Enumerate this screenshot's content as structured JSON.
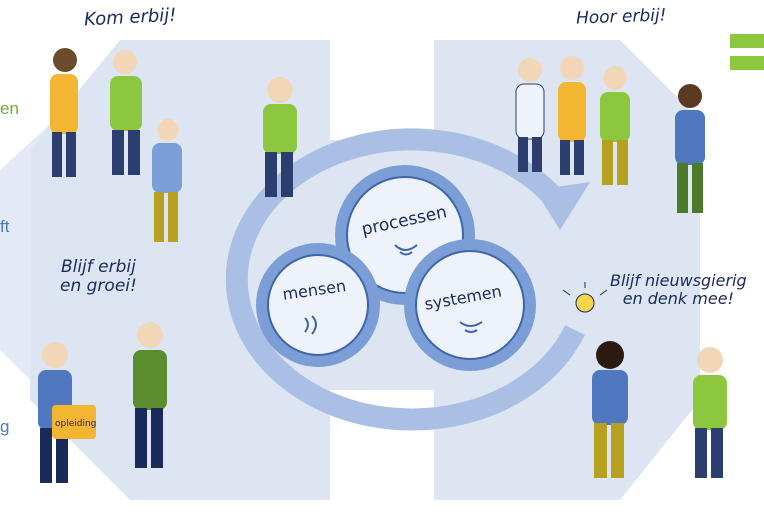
{
  "captions": {
    "top_left": "Kom erbij!",
    "top_right": "Hoor erbij!",
    "bottom_left_line1": "Blijf erbij",
    "bottom_left_line2": "en groei!",
    "bottom_right_line1": "Blijf nieuwsgierig",
    "bottom_right_line2": "en denk mee!"
  },
  "gears": {
    "top": "processen",
    "left": "mensen",
    "right": "systemen"
  },
  "bag_label": "opleiding",
  "edge_fragments": {
    "a": "en",
    "b": "ft",
    "c": "g"
  },
  "colors": {
    "arrow_fill": "#dde5f3",
    "ring": "#a9bfe4",
    "gear": "#7b9ed6",
    "gear_dark": "#3e66ad",
    "ink": "#1a2a5a",
    "accent_green": "#8dc63f",
    "edge_green": "#6fae3a",
    "edge_blue": "#4f78c0"
  },
  "icons": [
    "lightbulb-icon"
  ]
}
